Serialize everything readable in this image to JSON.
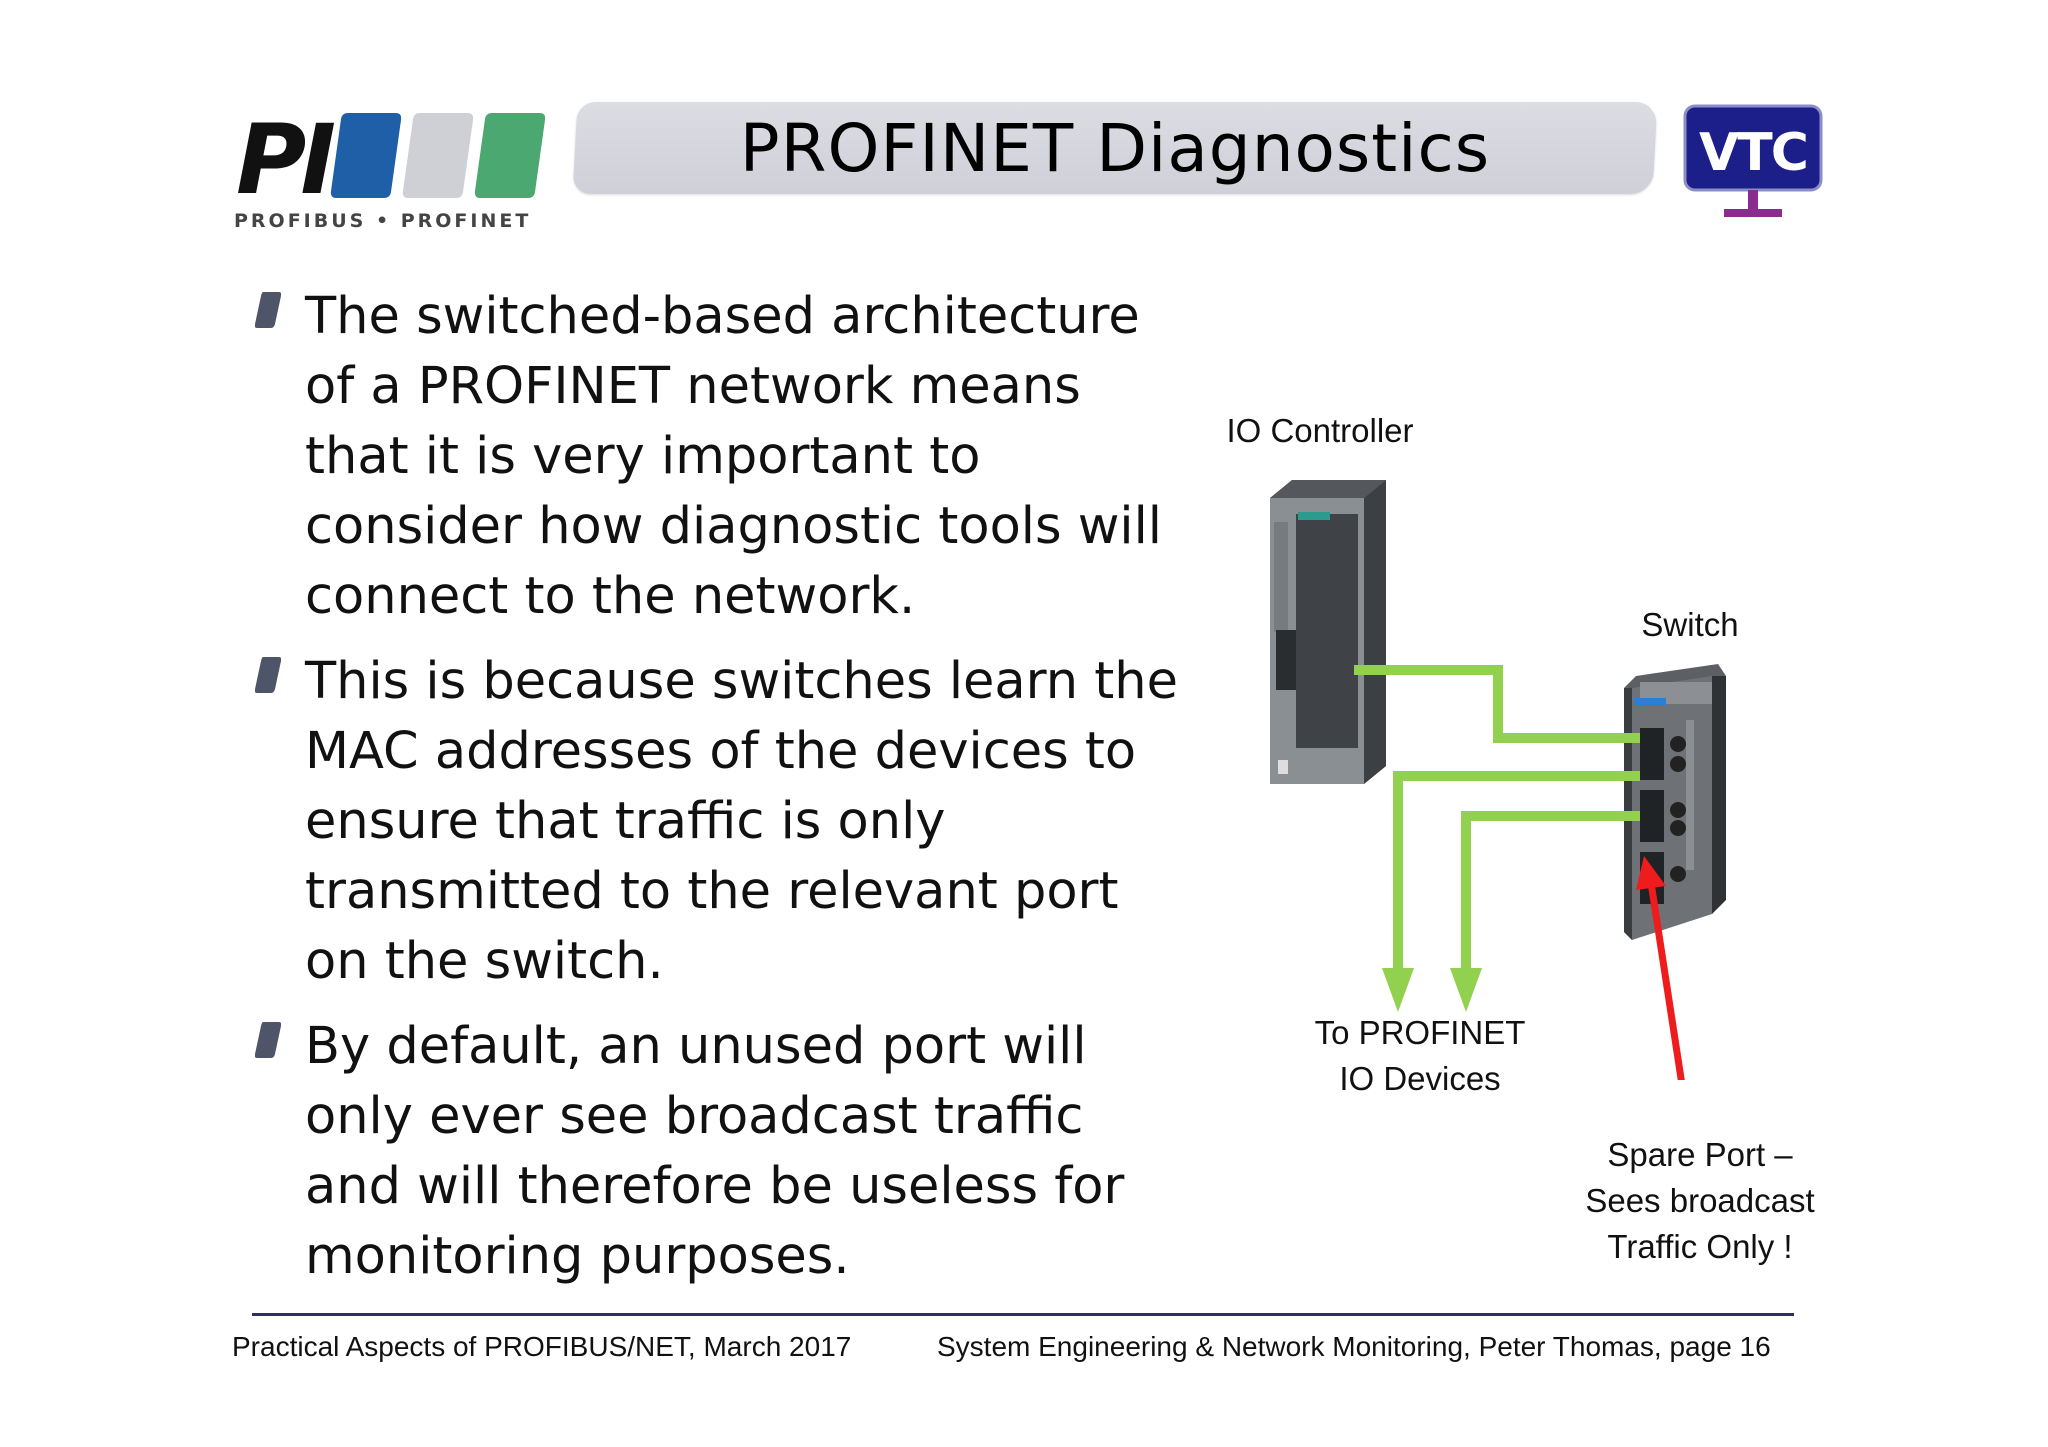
{
  "header": {
    "title": "PROFINET Diagnostics",
    "pi_logo": {
      "mark": "PI",
      "tagline": "PROFIBUS • PROFINET"
    },
    "vtc_logo": {
      "text": "VTC"
    }
  },
  "bullets": [
    {
      "text": "The switched-based architecture of a PROFINET network means that it is very important to consider how diagnostic tools will connect to the network."
    },
    {
      "text": "This is because switches learn the MAC addresses of the devices to ensure that traffic is only transmitted to the relevant port on the switch."
    },
    {
      "text": "By default, an unused port will only ever see broadcast traffic and will therefore be useless for monitoring purposes."
    }
  ],
  "diagram": {
    "io_controller_label": "IO Controller",
    "switch_label": "Switch",
    "to_devices_label_line1": "To PROFINET",
    "to_devices_label_line2": "IO Devices",
    "spare_port_line1": "Spare Port –",
    "spare_port_line2": "Sees broadcast",
    "spare_port_line3": "Traffic Only !"
  },
  "footer": {
    "left": "Practical Aspects of PROFIBUS/NET, March 2017",
    "right": "System Engineering & Network Monitoring,  Peter Thomas,   page  16"
  },
  "colors": {
    "link_green": "#92d050",
    "arrow_red": "#ee1c1c",
    "footer_rule": "#2b2e64",
    "pi_blue": "#1f5fa8",
    "pi_gray": "#cfd0d6",
    "pi_green": "#4aa870",
    "vtc_blue": "#1c1f8a",
    "vtc_purple": "#8a2b8e"
  }
}
